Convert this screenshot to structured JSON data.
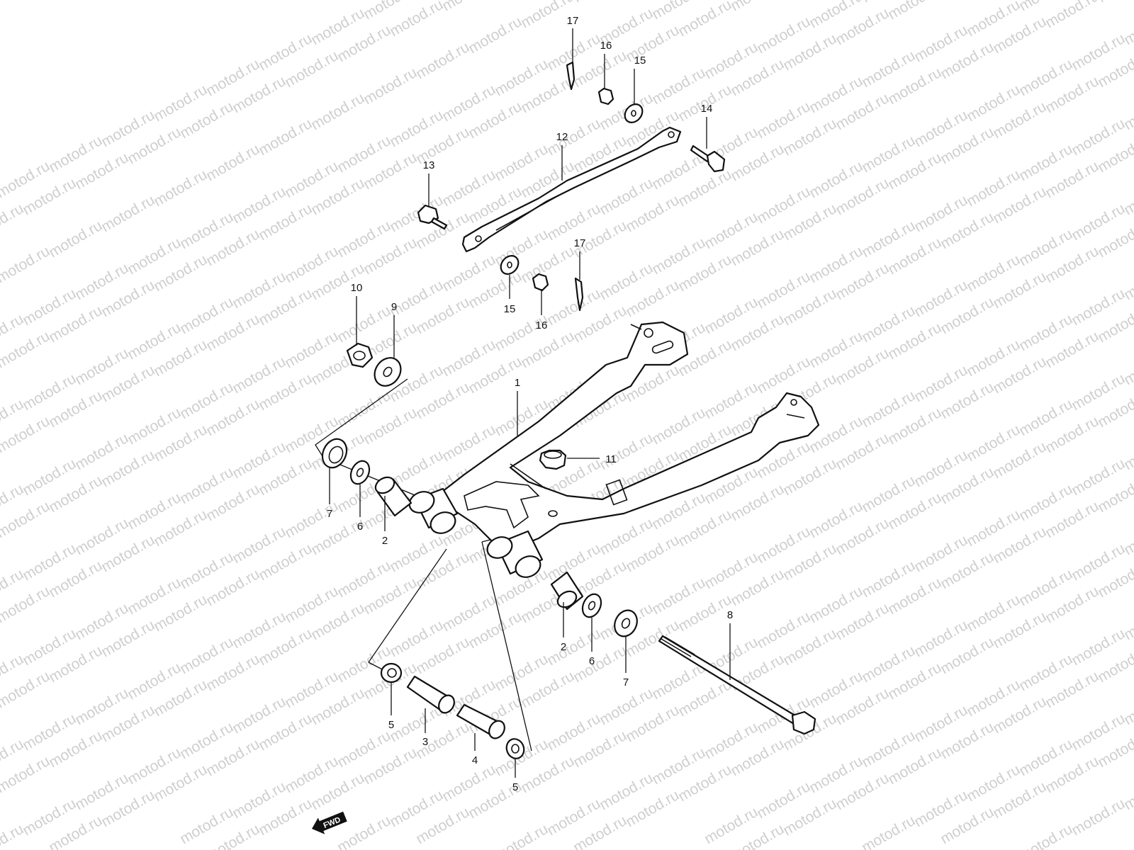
{
  "watermark": "motod.ru",
  "fwd_label": "FWD",
  "callouts": [
    "1",
    "2",
    "2",
    "3",
    "4",
    "5",
    "5",
    "6",
    "6",
    "7",
    "7",
    "8",
    "9",
    "10",
    "11",
    "12",
    "13",
    "14",
    "15",
    "15",
    "16",
    "16",
    "17",
    "17"
  ]
}
